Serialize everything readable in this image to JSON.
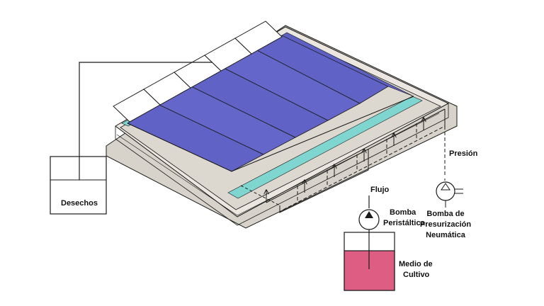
{
  "labels": {
    "waste": "Desechos",
    "flow": "Flujo",
    "pressure": "Presión",
    "peristaltic_pump_line1": "Bomba",
    "peristaltic_pump_line2": "Peristáltica",
    "pneumatic_pump_line1": "Bomba de",
    "pneumatic_pump_line2": "Presurización",
    "pneumatic_pump_line3": "Neumática",
    "medium_line1": "Medio de",
    "medium_line2": "Cultivo"
  },
  "colors": {
    "panel": "#6162c6",
    "channel": "#7fd6d0",
    "tray": "#e7e3dc",
    "medium": "#de5d82",
    "stroke": "#1a1a1a"
  }
}
